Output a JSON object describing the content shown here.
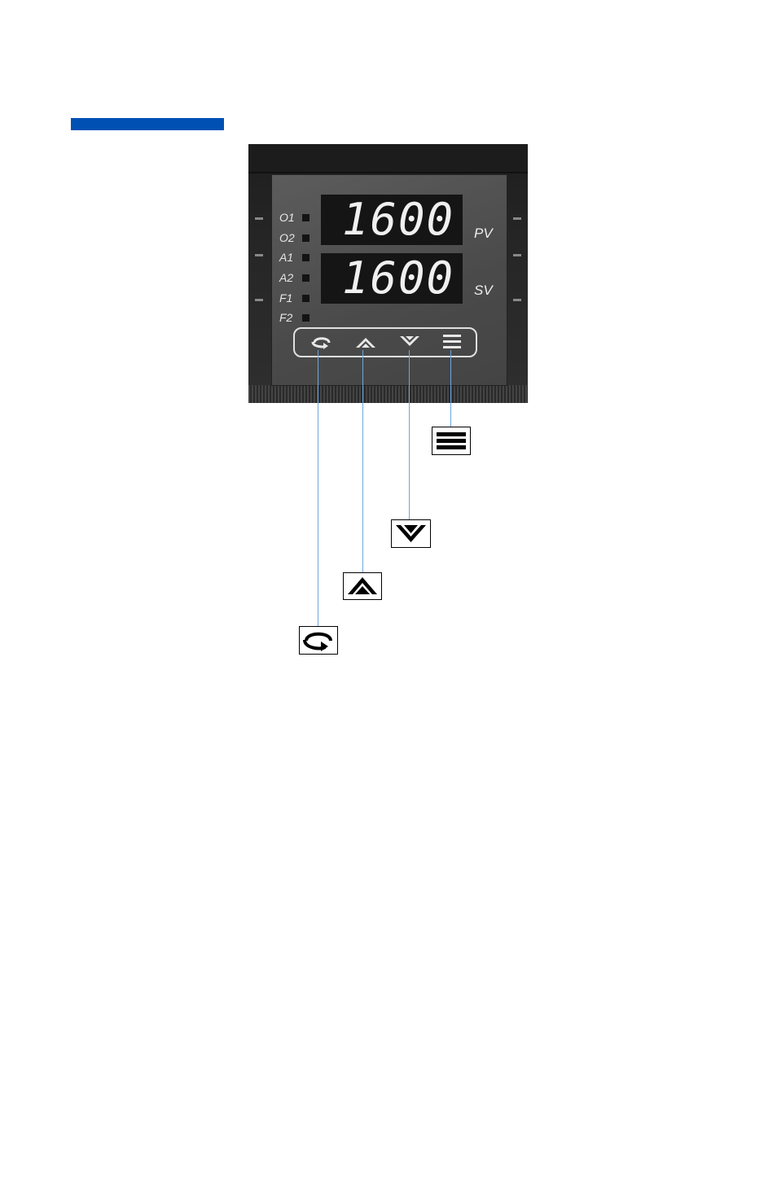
{
  "colors": {
    "section_bar": "#0050b4",
    "callout_line": "#6fa6dc"
  },
  "controller": {
    "indicators": [
      {
        "label": "O1"
      },
      {
        "label": "O2"
      },
      {
        "label": "A1"
      },
      {
        "label": "A2"
      },
      {
        "label": "F1"
      },
      {
        "label": "F2"
      }
    ],
    "pv": {
      "value": "1600",
      "label": "PV"
    },
    "sv": {
      "value": "1600",
      "label": "SV"
    },
    "keys": [
      "scroll-icon",
      "up-arrow-icon",
      "down-arrow-icon",
      "menu-icon"
    ]
  }
}
